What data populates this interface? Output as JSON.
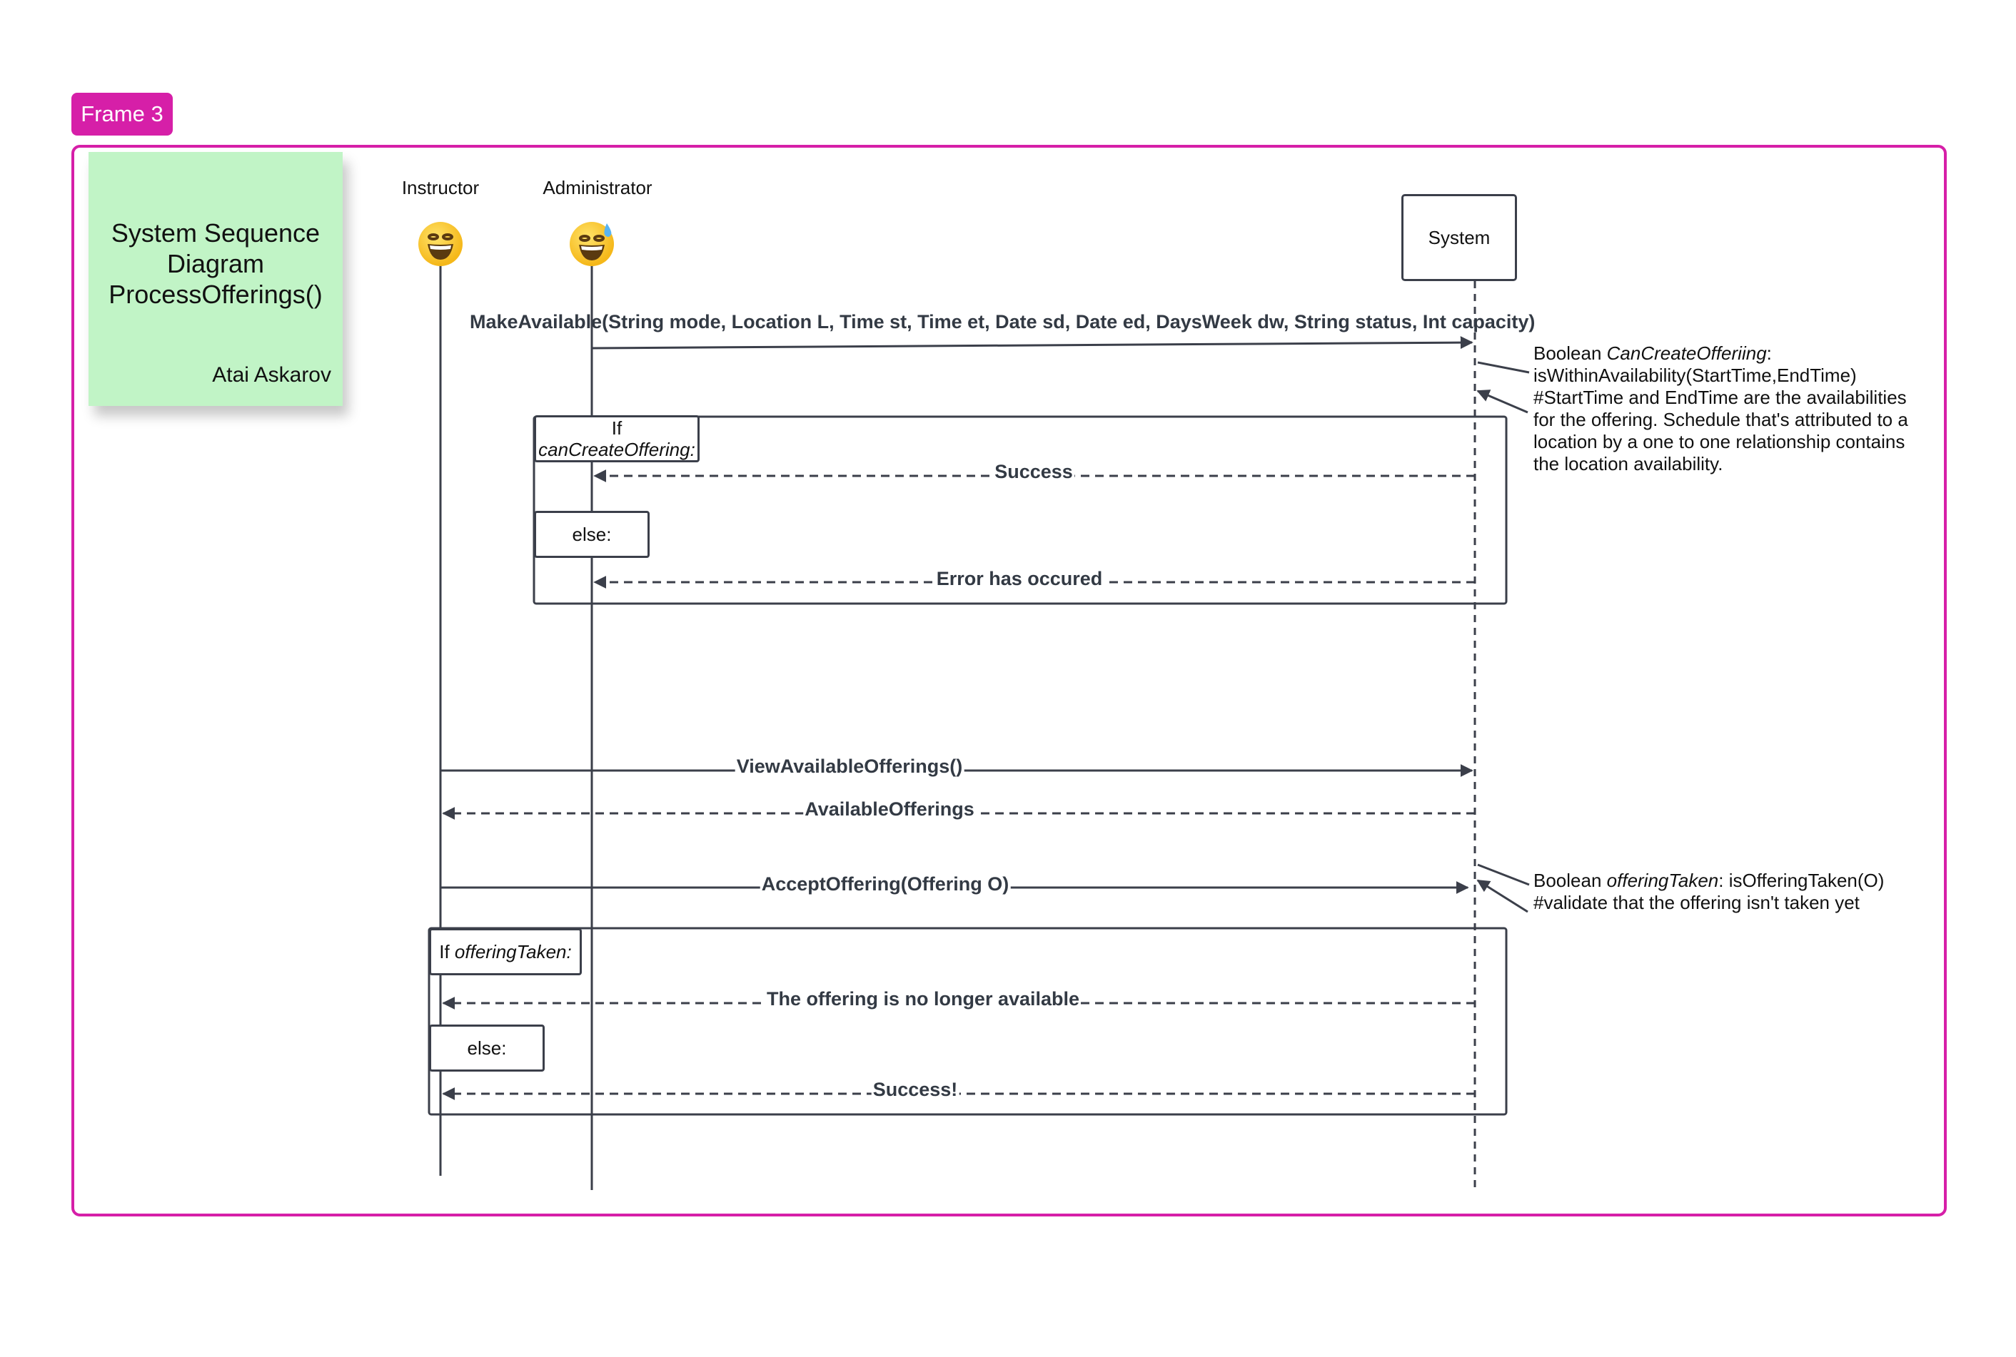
{
  "frame": {
    "label": "Frame 3",
    "color": "#d61fa8"
  },
  "sticky_note": {
    "title": "System Sequence\nDiagram\nProcessOfferings()",
    "author": "Atai Askarov",
    "color": "#c1f4c6"
  },
  "actors": {
    "instructor": {
      "label": "Instructor",
      "icon": "grinning-face-icon"
    },
    "administrator": {
      "label": "Administrator",
      "icon": "grinning-sweat-face-icon"
    },
    "system": {
      "label": "System"
    }
  },
  "messages": {
    "make_available": "MakeAvailable(String mode, Location L, Time st, Time et, Date sd, Date ed, DaysWeek dw, String status, Int capacity)",
    "success": "Success",
    "error": "Error has occured",
    "view_offerings": "ViewAvailableOfferings()",
    "available_offerings": "AvailableOfferings",
    "accept_offering": "AcceptOffering(Offering O)",
    "no_longer_available": "The offering is no longer available",
    "success_bang": "Success!"
  },
  "fragments": {
    "if_can_create_prefix": "If",
    "if_can_create_cond": "canCreateOffering:",
    "else_1": "else:",
    "if_taken_prefix": "If ",
    "if_taken_cond": "offeringTaken:",
    "else_2": "else:"
  },
  "notes": {
    "create": {
      "l1_prefix": "Boolean ",
      "l1_italic": "CanCreateOfferiing",
      "l1_suffix": ":",
      "l2": "isWithinAvailability(StartTime,EndTime)",
      "l3": "#StartTime and EndTime are the availabilities",
      "l4": "for the offering. Schedule that's attributed to a",
      "l5": "location by a one to one relationship contains",
      "l6": "the location availability."
    },
    "taken": {
      "l1_prefix": "Boolean ",
      "l1_italic": "offeringTaken",
      "l1_suffix": ": isOfferingTaken(O)",
      "l2": "#validate that the offering isn't taken yet"
    }
  },
  "colors": {
    "line": "#3b3f4a",
    "sticky": "#c1f4c6",
    "frame": "#d61fa8"
  }
}
